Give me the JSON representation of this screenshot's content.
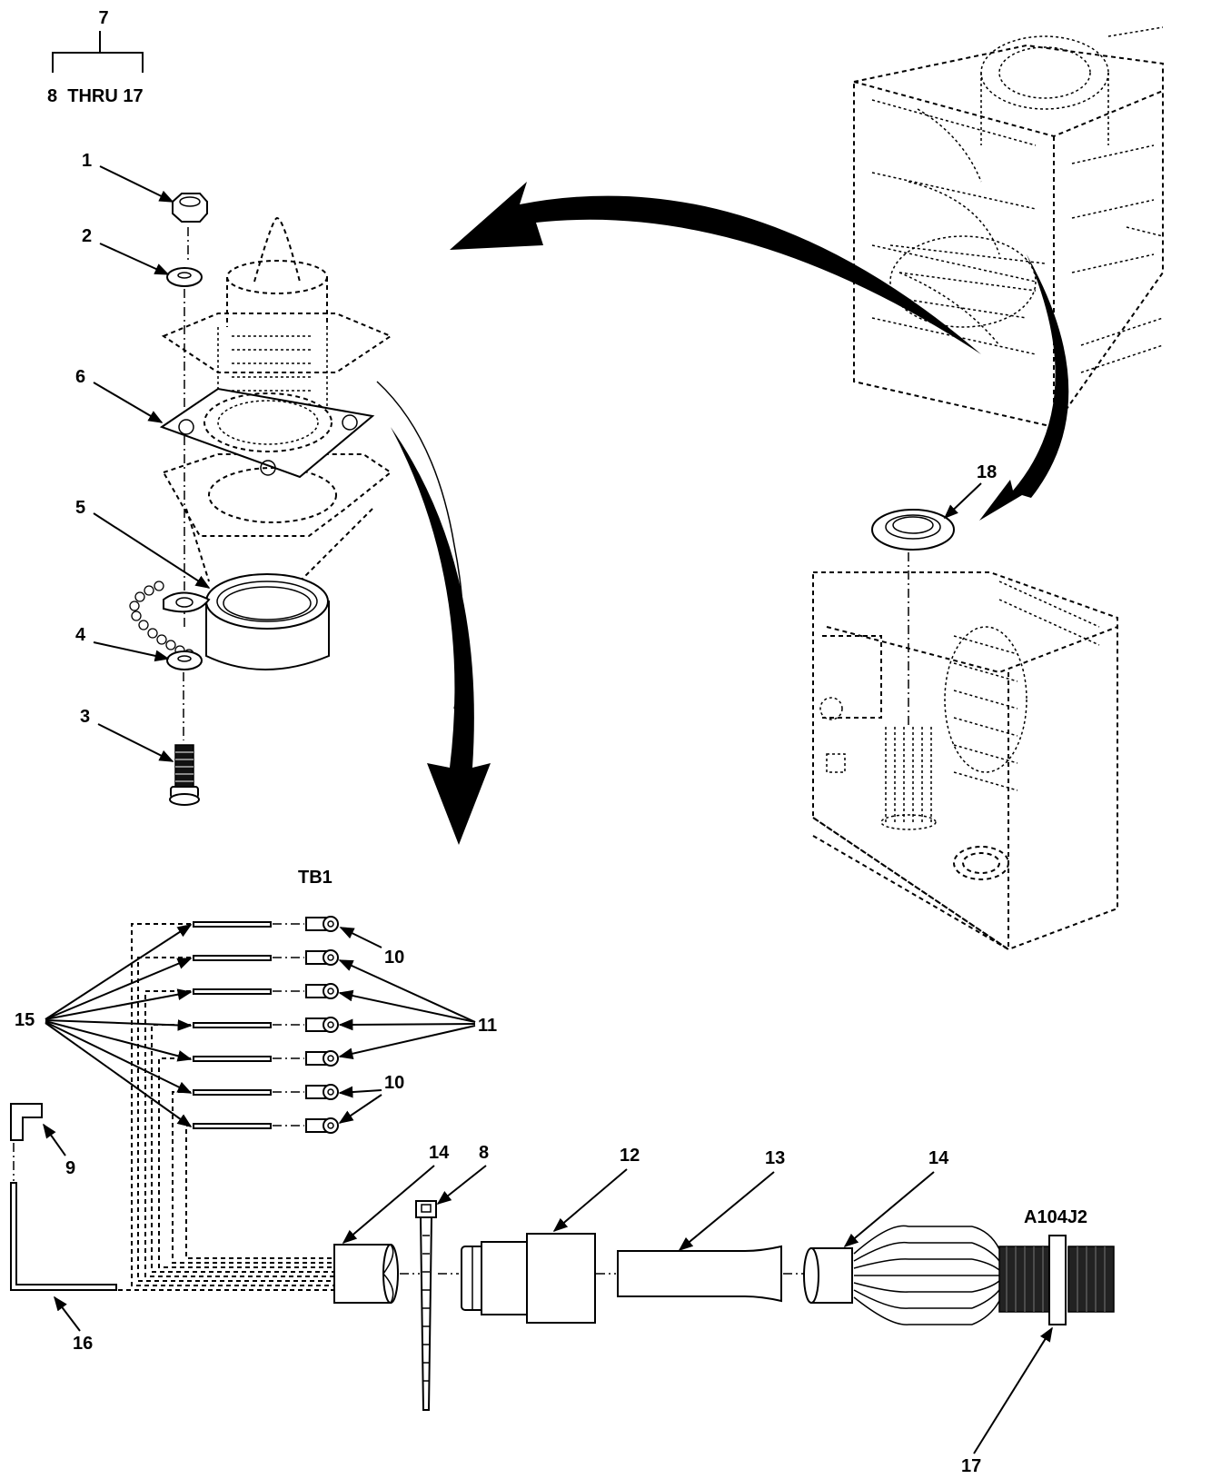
{
  "diagram": {
    "group_callout": {
      "parent": "7",
      "children": "8  THRU 17"
    },
    "terminal_board_label": "TB1",
    "connector_label": "A104J2",
    "callouts": {
      "c1": "1",
      "c2": "2",
      "c3": "3",
      "c4": "4",
      "c5": "5",
      "c6": "6",
      "c8": "8",
      "c9": "9",
      "c10a": "10",
      "c10b": "10",
      "c11": "11",
      "c12": "12",
      "c13": "13",
      "c14a": "14",
      "c14b": "14",
      "c15": "15",
      "c16": "16",
      "c17": "17",
      "c18": "18"
    }
  }
}
